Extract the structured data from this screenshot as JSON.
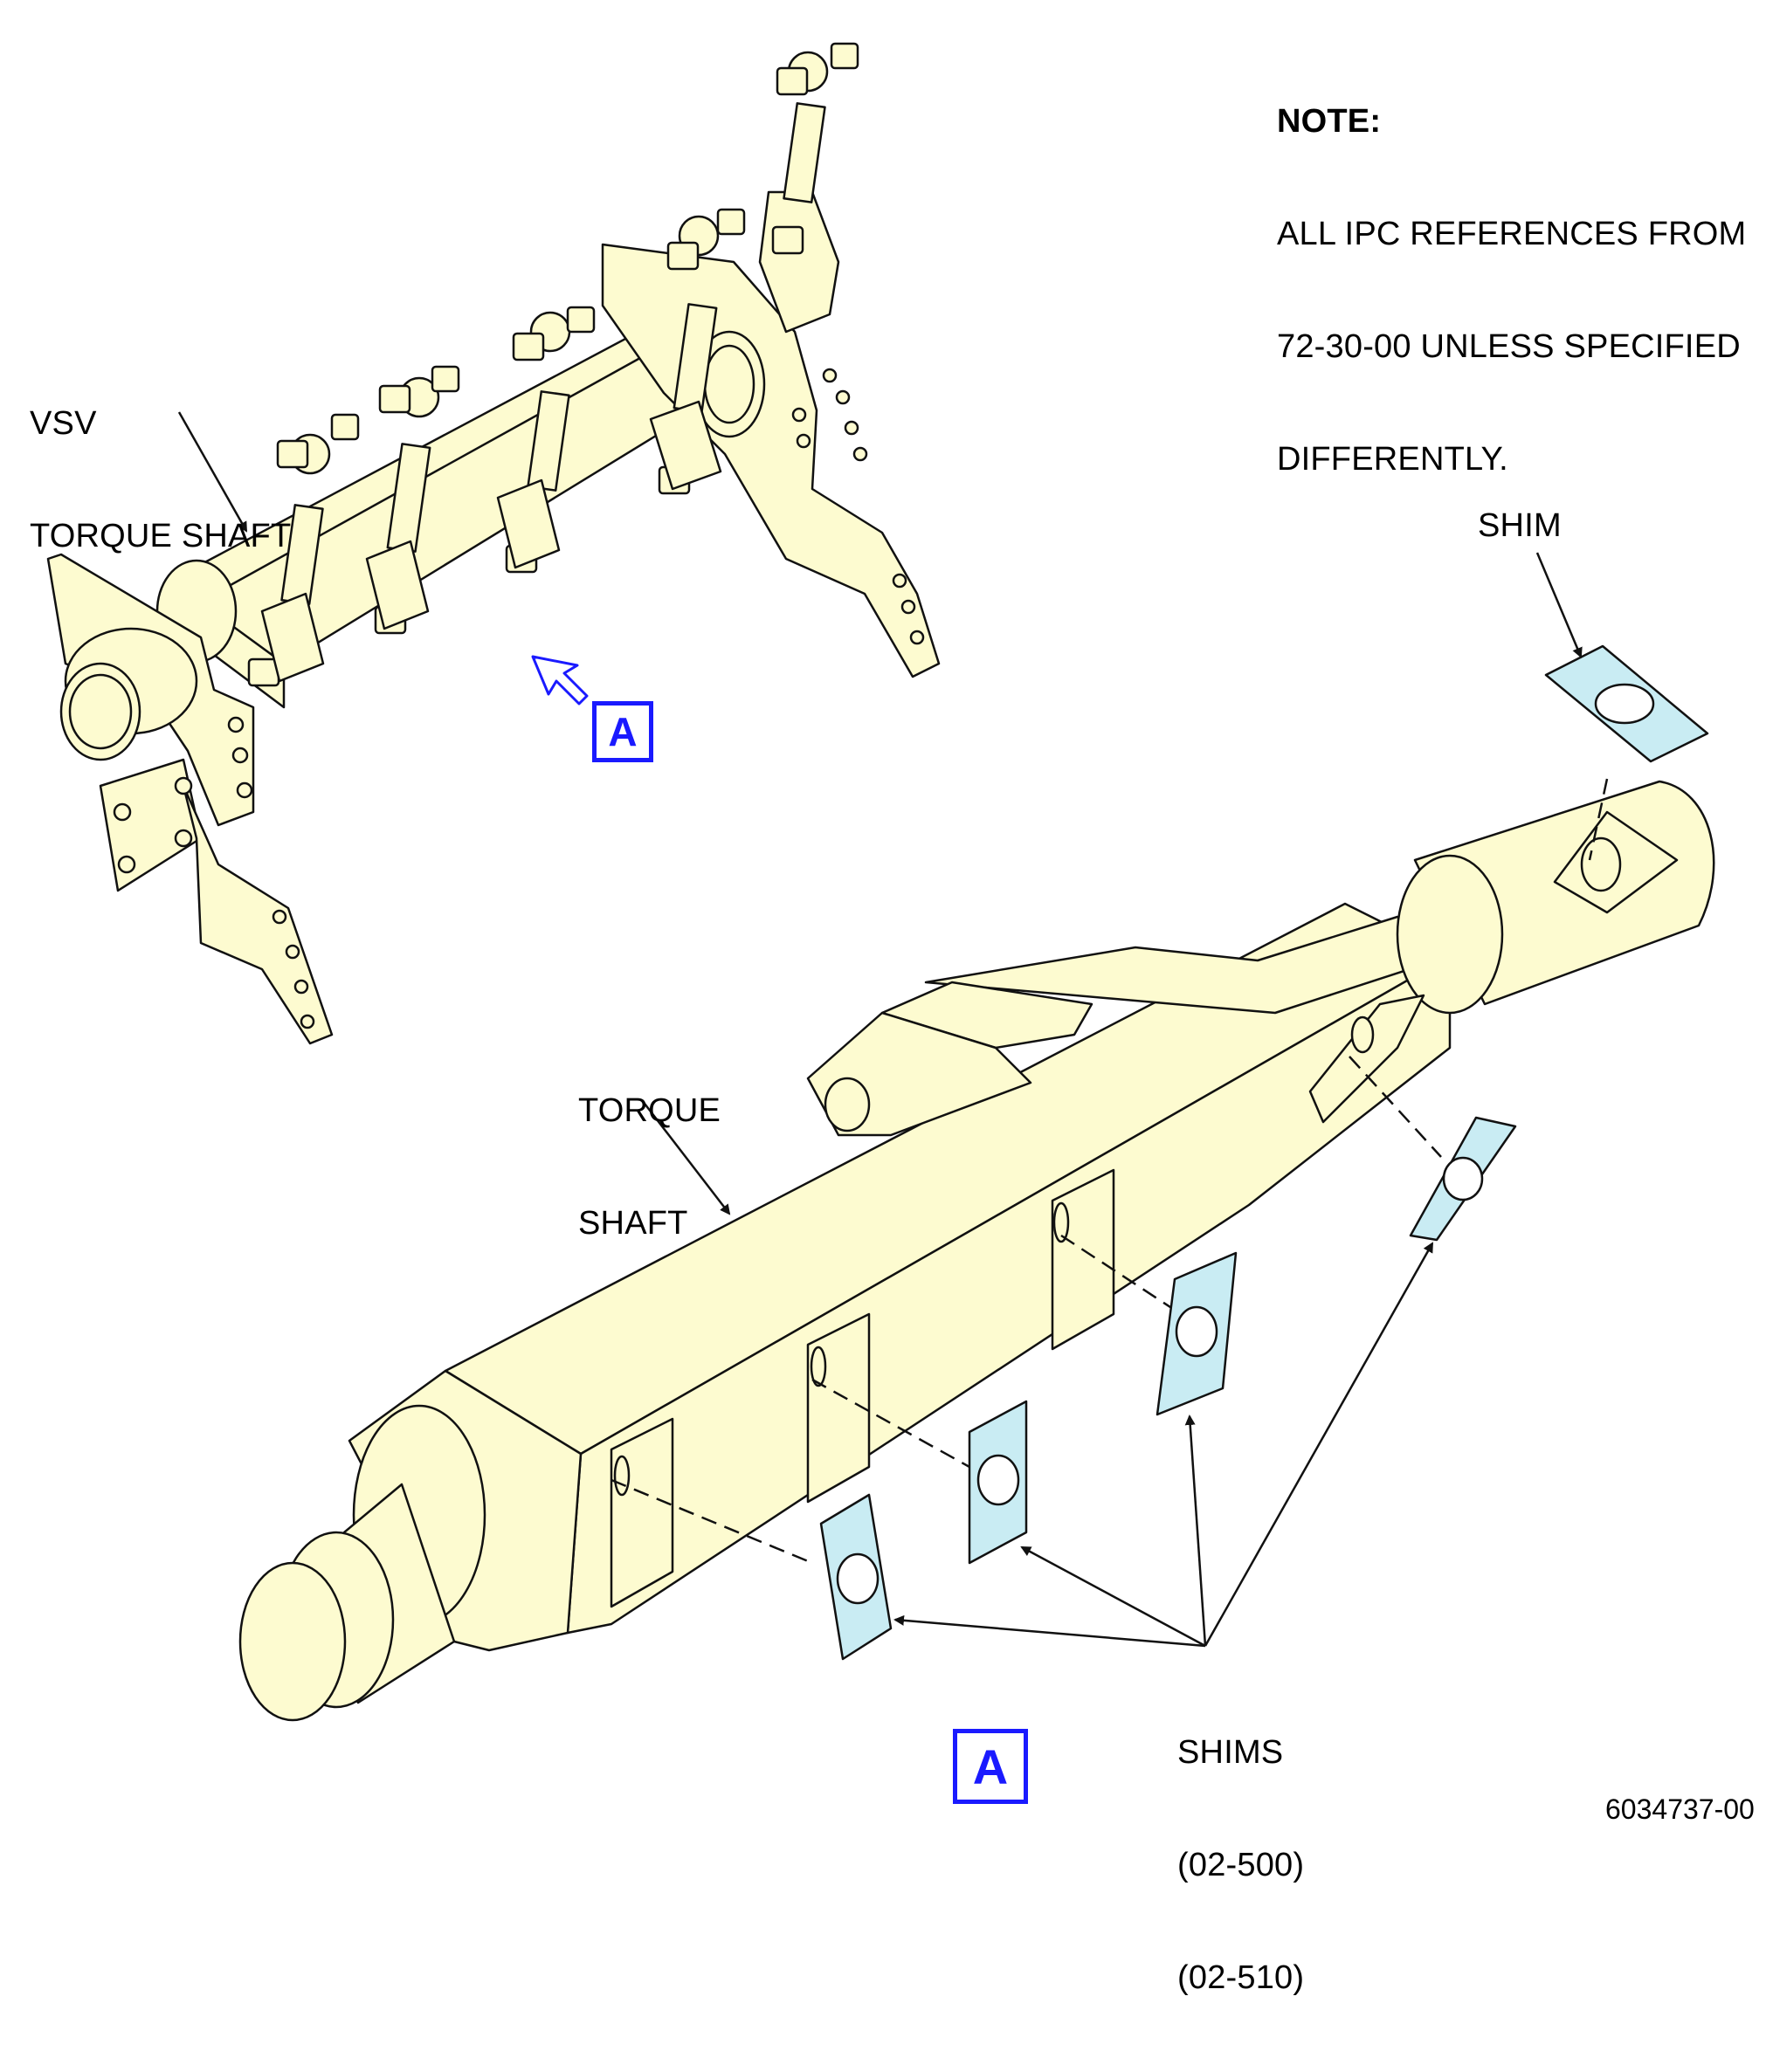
{
  "note": {
    "title": "NOTE:",
    "lines": [
      "ALL IPC REFERENCES FROM",
      "72-30-00 UNLESS SPECIFIED",
      "DIFFERENTLY."
    ]
  },
  "labels": {
    "vsv_torque_shaft": [
      "VSV",
      "TORQUE SHAFT"
    ],
    "shim": "SHIM",
    "torque_shaft": [
      "TORQUE",
      "SHAFT"
    ],
    "shims": [
      "SHIMS",
      "(02-500)",
      "(02-510)"
    ]
  },
  "view_marker": "A",
  "figure_number": "6034737-00",
  "colors": {
    "part_fill": "#fdfbd0",
    "shim_fill": "#c9ecf3",
    "outline": "#111111",
    "view_blue": "#1a1aff"
  }
}
